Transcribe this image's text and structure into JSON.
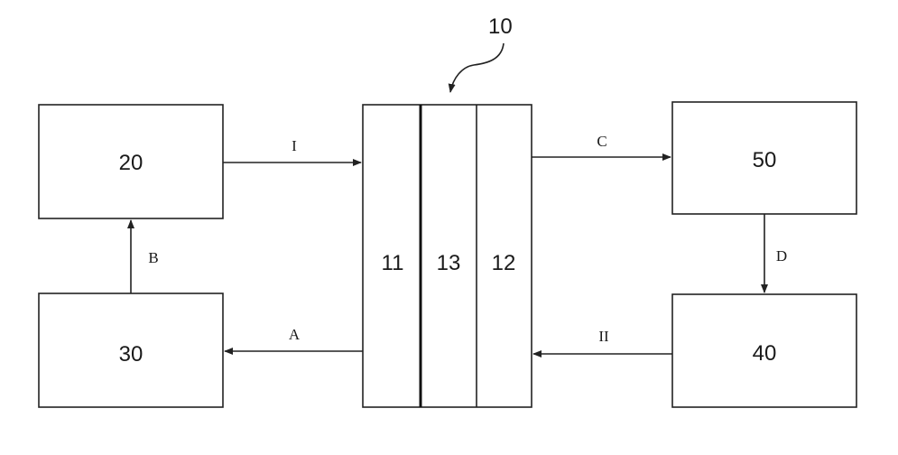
{
  "diagram": {
    "reference_label": "10",
    "boxes": {
      "b20": "20",
      "b30": "30",
      "b50": "50",
      "b40": "40"
    },
    "cell": {
      "layer_11": "11",
      "layer_13": "13",
      "layer_12": "12"
    },
    "arrows": {
      "I": "I",
      "A": "A",
      "B": "B",
      "C": "C",
      "D": "D",
      "II": "II"
    }
  }
}
